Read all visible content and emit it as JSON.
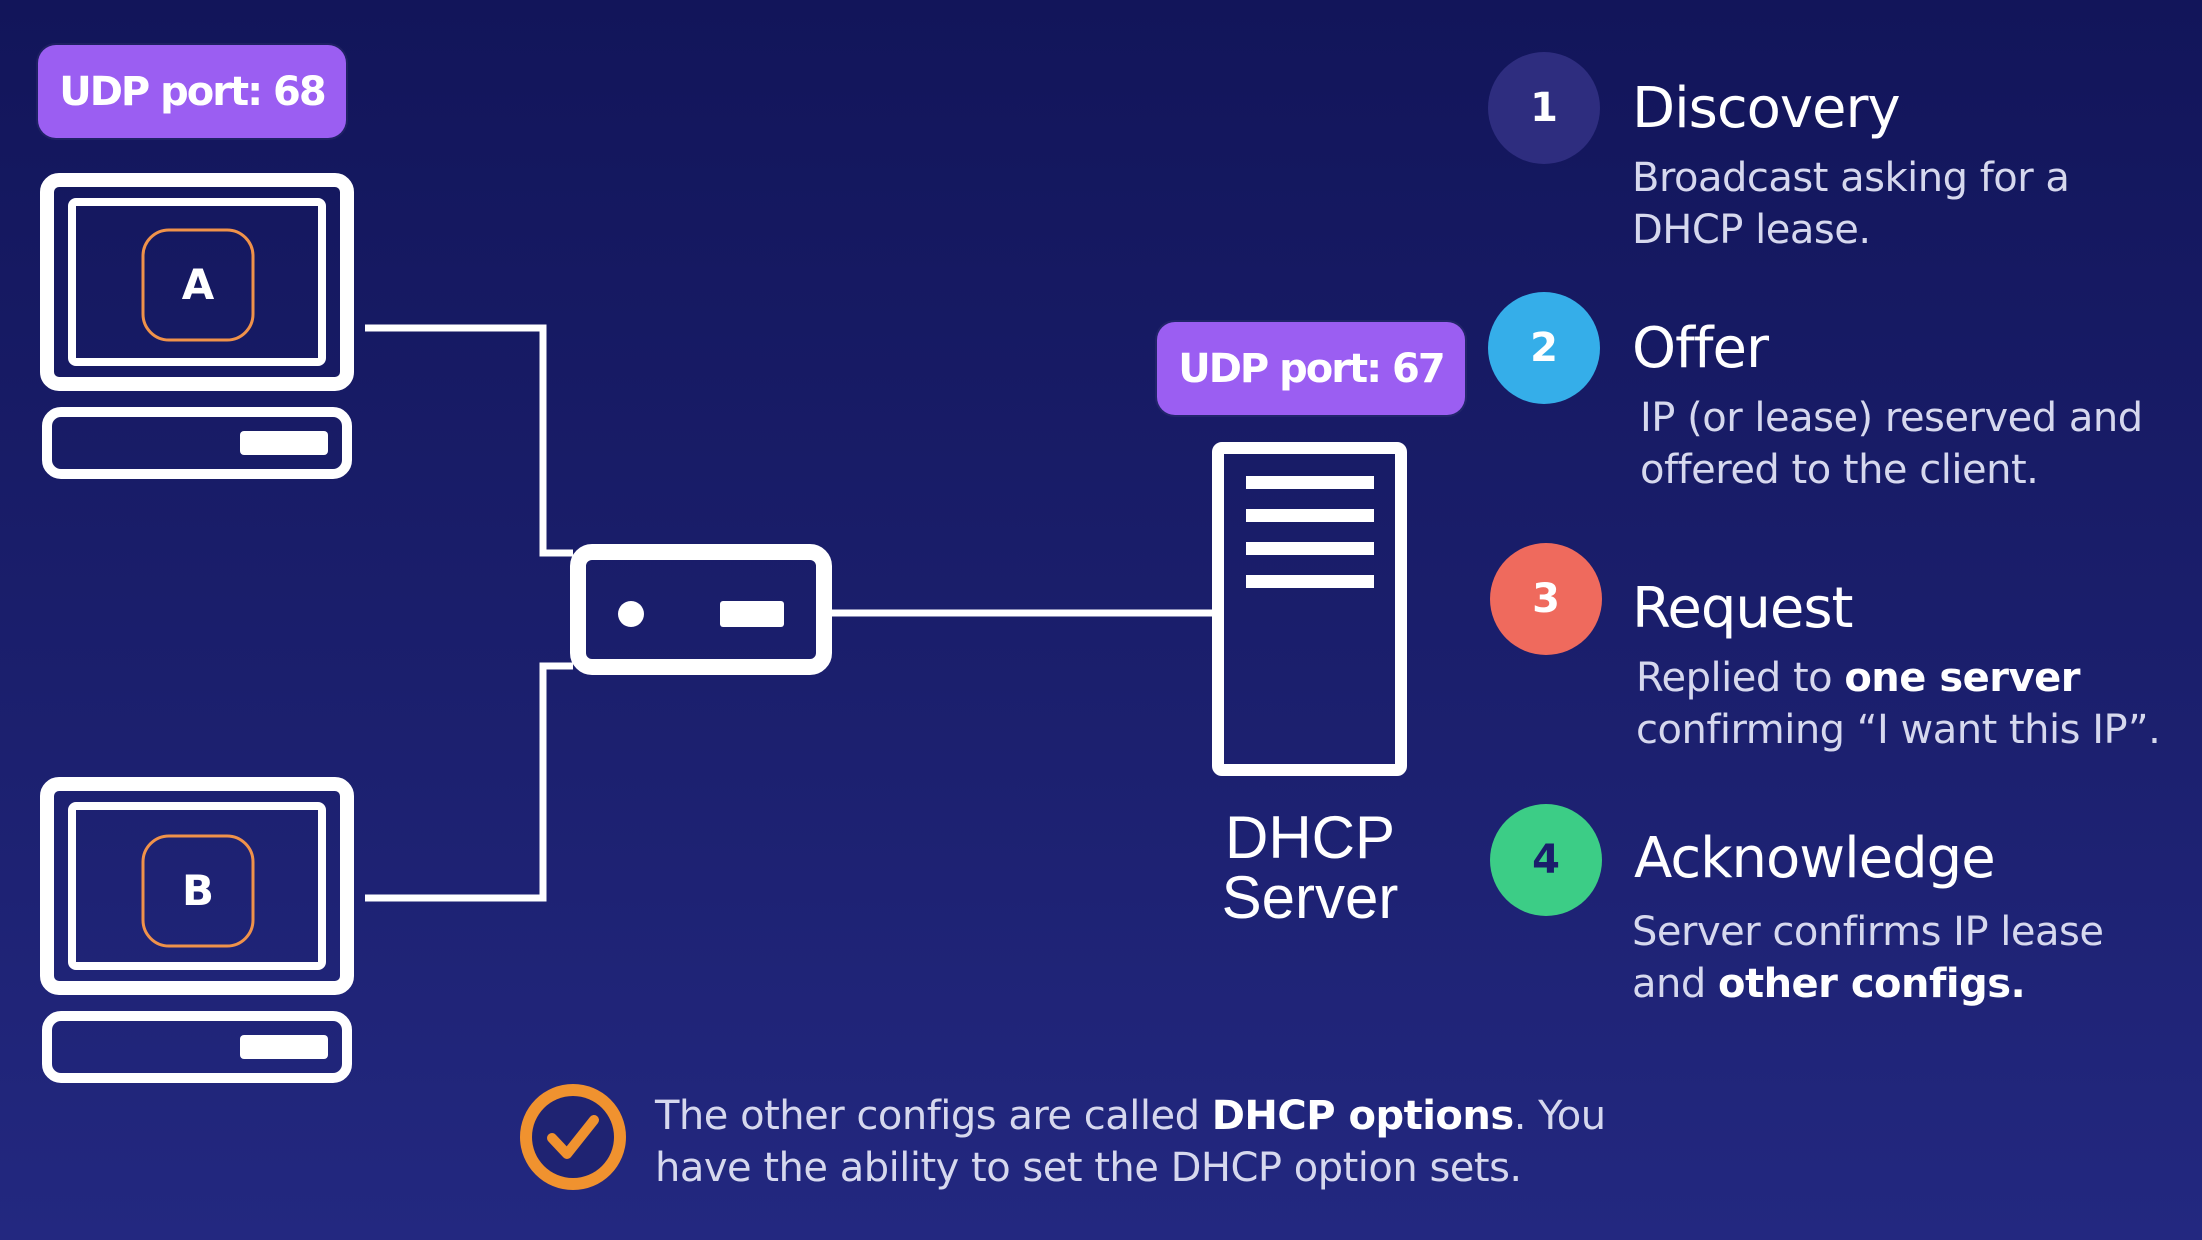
{
  "badges": {
    "client_port": "UDP port: 68",
    "server_port": "UDP port: 67"
  },
  "clients": [
    {
      "label": "A"
    },
    {
      "label": "B"
    }
  ],
  "server": {
    "label_line1": "DHCP",
    "label_line2": "Server"
  },
  "steps": [
    {
      "number": "1",
      "title": "Discovery",
      "desc_line1": "Broadcast asking for a",
      "desc_line2": "DHCP lease.",
      "color": "#2e2d7f"
    },
    {
      "number": "2",
      "title": "Offer",
      "desc_line1": "IP (or lease) reserved and",
      "desc_line2": "offered to the client.",
      "color": "#35aee9"
    },
    {
      "number": "3",
      "title": "Request",
      "desc_pre": "Replied to ",
      "desc_bold": "one server",
      "desc_line2": "confirming “I want this IP”.",
      "color": "#ef6a5d"
    },
    {
      "number": "4",
      "title": "Acknowledge",
      "desc_line1": "Server confirms IP lease",
      "desc_pre2": "and ",
      "desc_bold2": "other configs.",
      "color": "#3ccd86"
    }
  ],
  "note": {
    "pre": "The other configs are called ",
    "bold": "DHCP options",
    "post": ". You",
    "line2": "have the ability to set the DHCP option sets."
  },
  "colors": {
    "badge": "#9b5ef2",
    "client_icon_border": "#f0924a",
    "check_ring": "#f0922f"
  }
}
